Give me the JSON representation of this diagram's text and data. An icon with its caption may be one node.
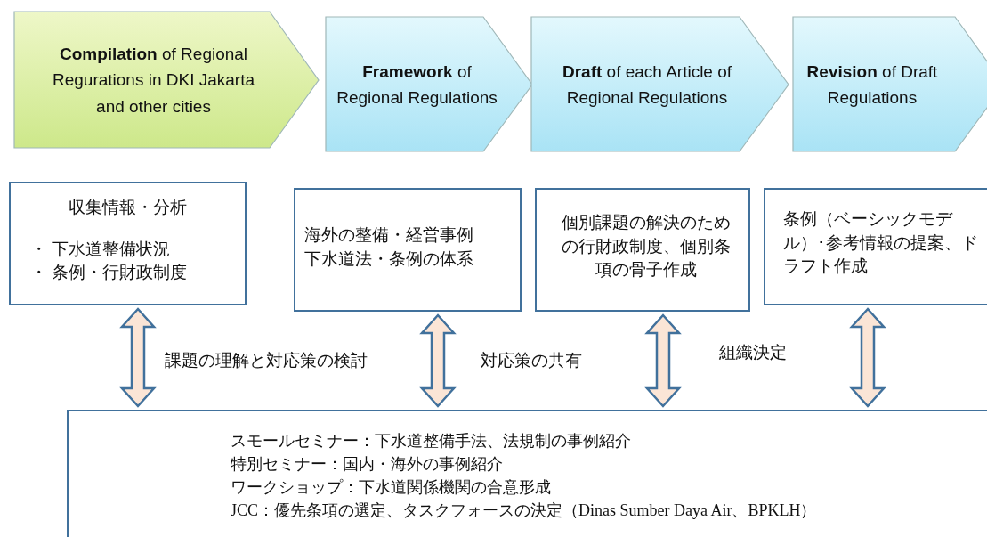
{
  "diagram": {
    "nodes": [
      {
        "text": [
          "**Compilation** of Regional Regurations in DKI Jakarta and other cities"
        ]
      },
      {
        "text": [
          "**Framework** of Regional Regulations"
        ]
      },
      {
        "text": [
          "**Draft** of each Article of Regional Regulations"
        ]
      },
      {
        "text": [
          "**Revision** of Draft Regulations"
        ]
      },
      {
        "text": [
          "収集情報・分析",
          "・ 下水道整備状況",
          "・ 条例・行財政制度"
        ]
      },
      {
        "text": [
          "海外の整備・経営事例",
          "下水道法・条例の体系"
        ]
      },
      {
        "text": [
          "個別課題の解決のための行財政制度、個別条項の骨子作成"
        ]
      },
      {
        "text": [
          "条例（ベーシックモデル）･参考情報の提案、ドラフト作成"
        ]
      },
      {
        "text": [
          "スモールセミナー：下水道整備手法、法規制の事例紹介",
          "特別セミナー：国内・海外の事例紹介",
          "ワークショップ：下水道関係機関の合意形成",
          "JCC：優先条項の選定、タスクフォースの決定（Dinas Sumber Daya Air、BPKLH）"
        ]
      }
    ],
    "edges": [
      {
        "from": 4,
        "to": 8,
        "arrow": "both"
      },
      {
        "from": 5,
        "to": 8,
        "arrow": "both"
      },
      {
        "from": 6,
        "to": 8,
        "arrow": "both"
      },
      {
        "from": 7,
        "to": 8,
        "arrow": "both"
      }
    ],
    "labels": [
      "課題の理解と対応策の検討",
      "対応策の共有",
      "組織決定"
    ]
  }
}
